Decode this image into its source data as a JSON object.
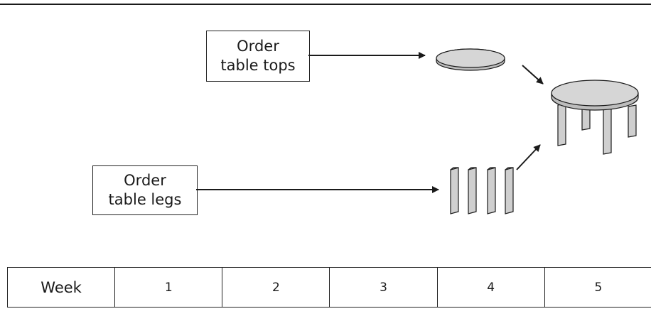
{
  "orders": {
    "tops": {
      "line1": "Order",
      "line2": "table tops"
    },
    "legs": {
      "line1": "Order",
      "line2": "table legs"
    }
  },
  "timeline": {
    "header": "Week",
    "weeks": [
      "1",
      "2",
      "3",
      "4",
      "5"
    ]
  },
  "colors": {
    "line": "#1a1a1a",
    "surface_fill": "#d6d6d6",
    "leg_fill": "#cfcfcf"
  },
  "icons": [
    "table-top-icon",
    "table-leg-icon",
    "assembled-table-icon",
    "arrow-icon"
  ]
}
